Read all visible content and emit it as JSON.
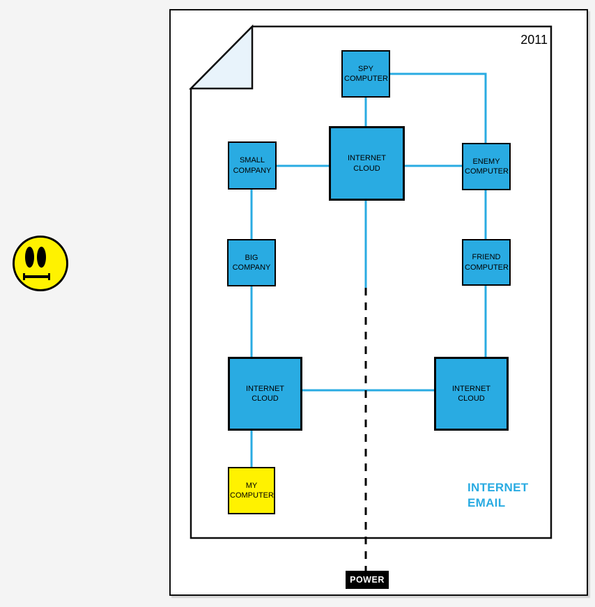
{
  "annotations": {
    "year": "2011",
    "caption": "INTERNET EMAIL"
  },
  "nodes": {
    "spy": {
      "label": "SPY COMPUTER"
    },
    "cloud_center": {
      "label": "INTERNET CLOUD"
    },
    "small_company": {
      "label": "SMALL COMPANY"
    },
    "enemy": {
      "label": "ENEMY COMPUTER"
    },
    "big_company": {
      "label": "BIG COMPANY"
    },
    "friend": {
      "label": "FRIEND COMPUTER"
    },
    "cloud_left": {
      "label": "INTERNET CLOUD"
    },
    "cloud_right": {
      "label": "INTERNET CLOUD"
    },
    "my_computer": {
      "label": "MY COMPUTER"
    },
    "power": {
      "label": "POWER"
    }
  },
  "edges": [
    {
      "from": "spy",
      "to": "cloud_center",
      "style": "solid-blue"
    },
    {
      "from": "spy",
      "to": "enemy",
      "style": "solid-blue-elbow"
    },
    {
      "from": "small_company",
      "to": "cloud_center",
      "style": "solid-blue"
    },
    {
      "from": "cloud_center",
      "to": "enemy",
      "style": "solid-blue"
    },
    {
      "from": "small_company",
      "to": "big_company",
      "style": "solid-blue"
    },
    {
      "from": "big_company",
      "to": "cloud_left",
      "style": "solid-blue"
    },
    {
      "from": "enemy",
      "to": "friend",
      "style": "solid-blue"
    },
    {
      "from": "friend",
      "to": "cloud_right",
      "style": "solid-blue"
    },
    {
      "from": "cloud_left",
      "to": "cloud_right",
      "style": "solid-blue"
    },
    {
      "from": "cloud_left",
      "to": "my_computer",
      "style": "solid-blue"
    },
    {
      "from": "cloud_center",
      "to": "power",
      "style": "blue-then-black-dashed"
    }
  ],
  "icons": {
    "smiley": "neutral-face-icon"
  },
  "colors": {
    "accent_blue": "#29ABE2",
    "highlight_yellow": "#FFF200",
    "fold_light_blue": "#E8F3FB",
    "page_white": "#FFFFFF",
    "background_gray": "#F4F4F4",
    "ink_black": "#000000"
  }
}
